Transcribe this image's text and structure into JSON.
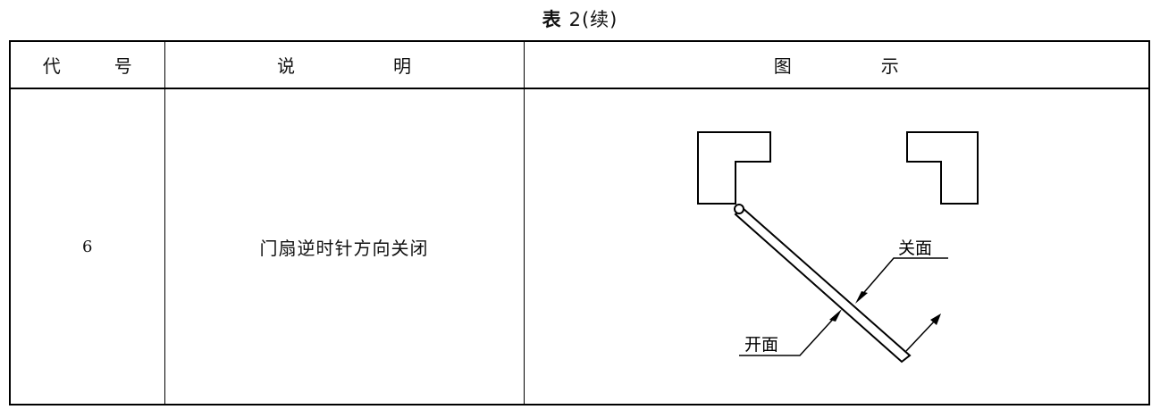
{
  "caption": {
    "prefix": "表",
    "text": "2(续)"
  },
  "table": {
    "headers": [
      "代",
      "号",
      "说",
      "明",
      "图",
      "示"
    ],
    "rows": [
      {
        "code": "6",
        "description": "门扇逆时针方向关闭",
        "figure": {
          "labels": {
            "close_face": "关面",
            "open_face": "开面"
          }
        }
      }
    ]
  }
}
